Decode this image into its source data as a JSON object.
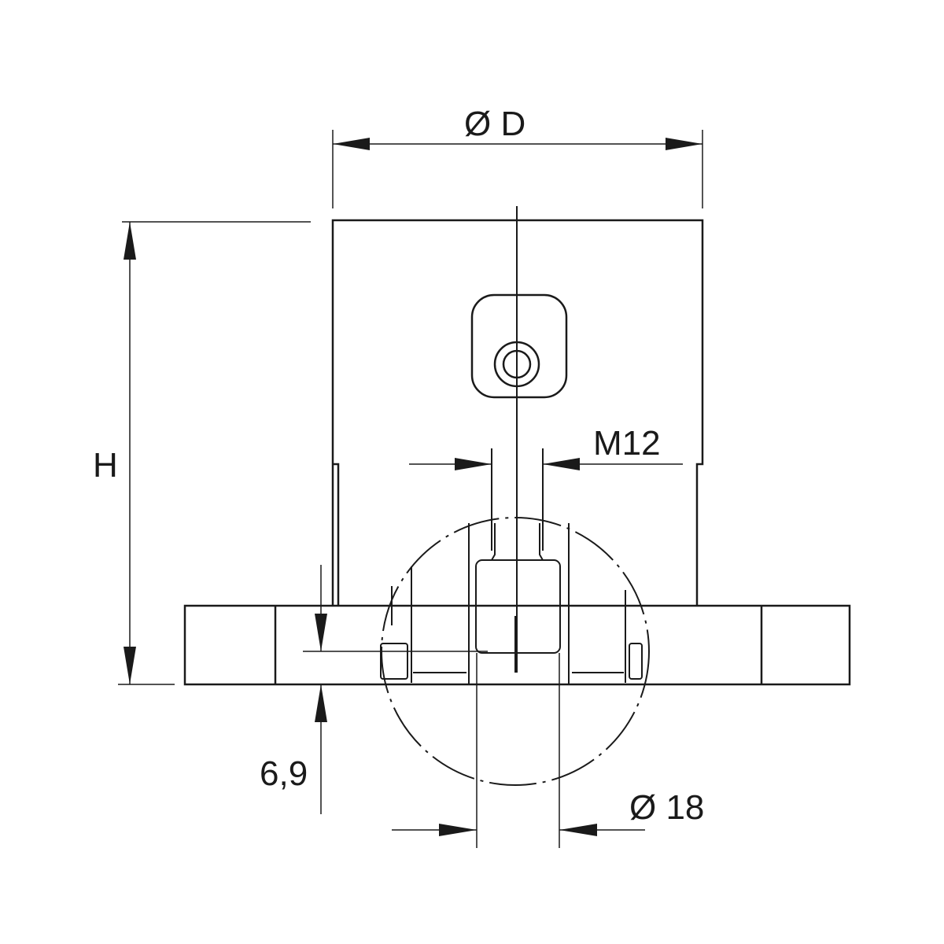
{
  "drawing": {
    "labels": {
      "diameter_d": "Ø D",
      "height": "H",
      "thread": "M12",
      "depth": "6,9",
      "diameter_18": "Ø 18"
    },
    "colors": {
      "line": "#1a1a1a",
      "background": "#ffffff"
    }
  }
}
